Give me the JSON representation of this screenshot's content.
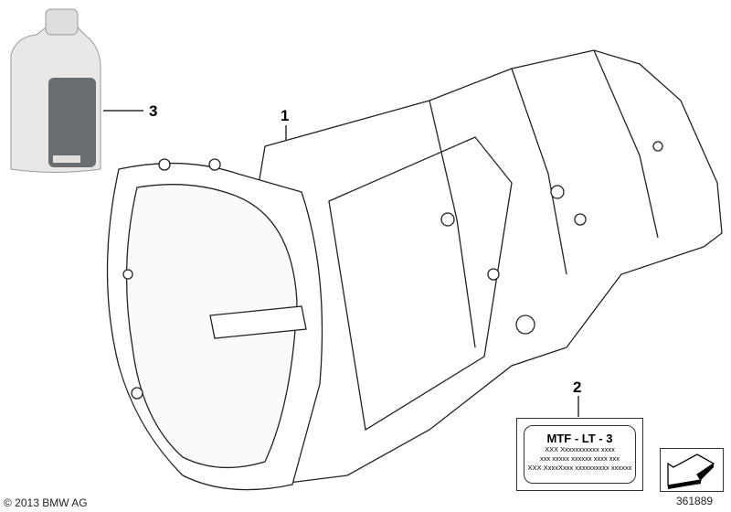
{
  "callouts": {
    "part1": "1",
    "part2": "2",
    "part3": "3"
  },
  "label": {
    "title": "MTF - LT - 3",
    "line1": "XXX Xxxxxxxxxxx xxxx",
    "line2": "xxx xxxxx xxxxxx xxxx xxx",
    "line3": "XXX XxxxXxxx xxxxxxxxxx xxxxxx"
  },
  "footer": {
    "copyright": "© 2013 BMW AG",
    "diagram_number": "361889"
  },
  "icons": {
    "nav": "arrow-back-icon"
  }
}
